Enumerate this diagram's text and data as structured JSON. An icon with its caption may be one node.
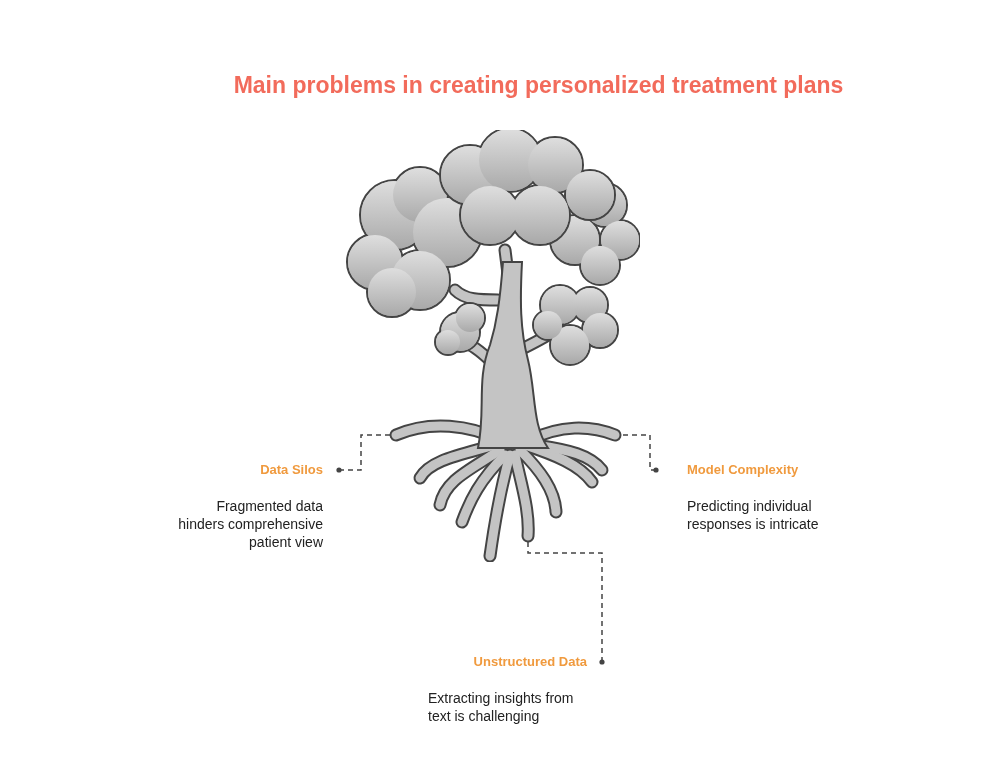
{
  "diagram": {
    "title": "Main problems in creating personalized treatment plans",
    "nodes": [
      {
        "text": [],
        "shape": "picture"
      },
      {
        "text": [
          "Data Silos",
          "Fragmented data hinders comprehensive patient view"
        ]
      },
      {
        "text": [
          "Model Complexity",
          "Predicting individual responses is intricate"
        ]
      },
      {
        "text": [
          "Unstructured Data",
          "Extracting insights from text is challenging"
        ]
      }
    ],
    "edges": [
      {
        "from": 1,
        "to": 0,
        "arrow": "other",
        "style": "dashed"
      },
      {
        "from": 2,
        "to": 0,
        "arrow": "other",
        "style": "dashed"
      },
      {
        "from": 3,
        "to": 0,
        "arrow": "other",
        "style": "dashed"
      }
    ]
  }
}
